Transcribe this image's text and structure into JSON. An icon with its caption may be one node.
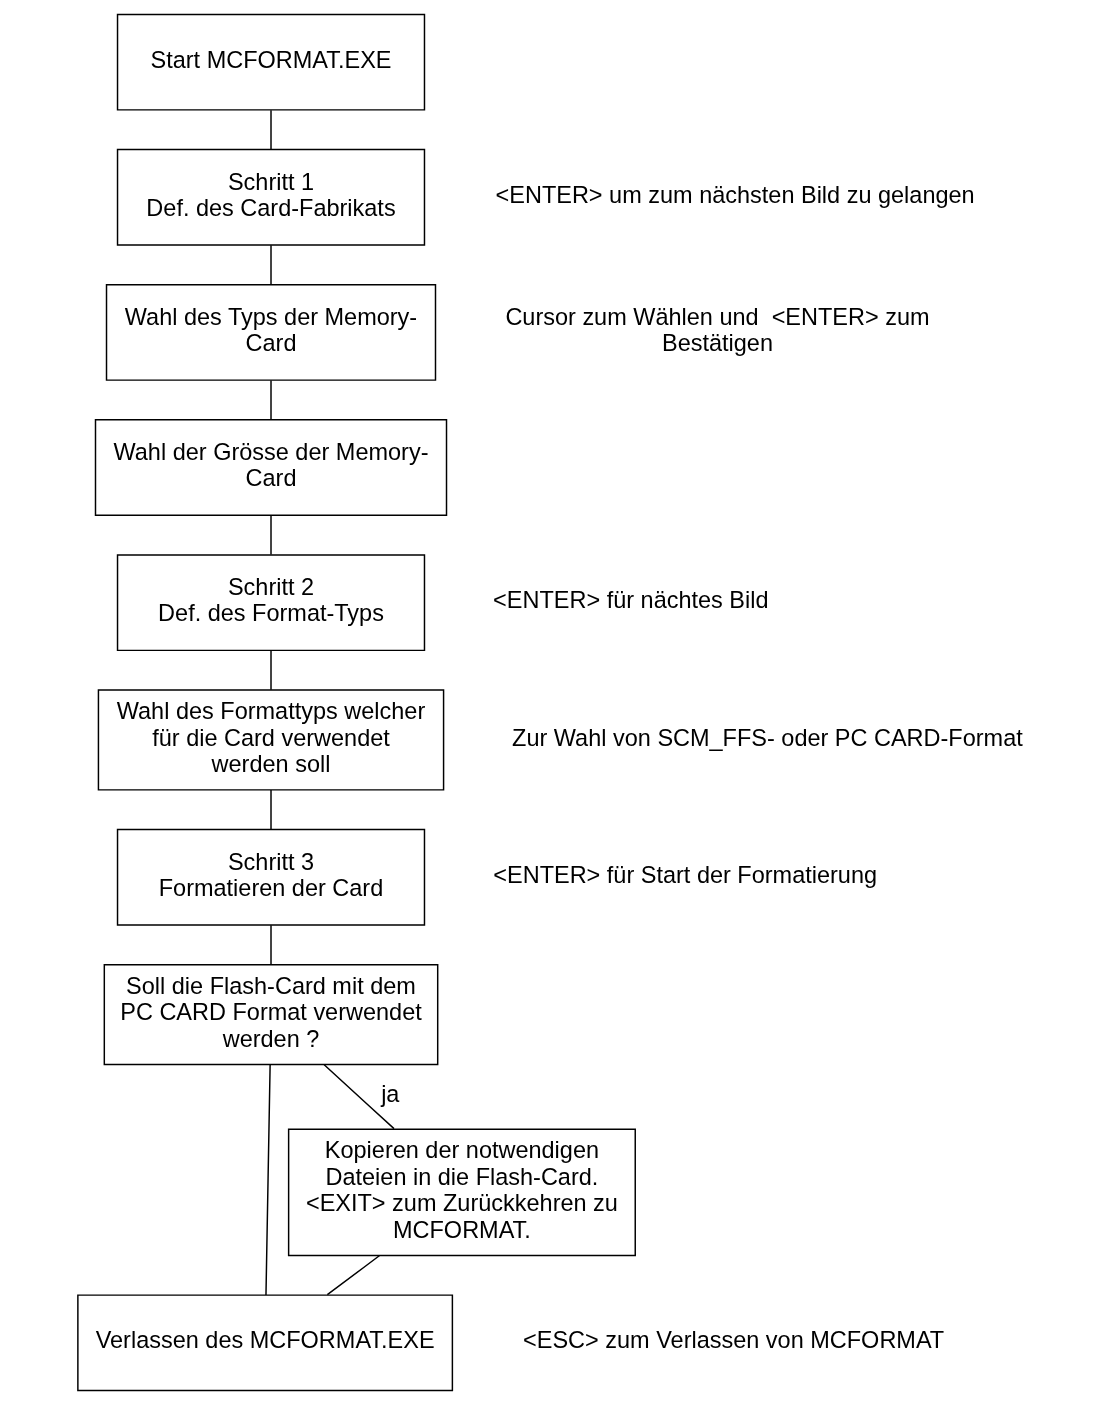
{
  "diagram": {
    "nodes": [
      {
        "text": [
          "Start MCFORMAT.EXE"
        ]
      },
      {
        "text": [
          "Schritt 1",
          "Def. des Card-Fabrikats"
        ],
        "beside": [
          "<ENTER> um zum nächsten Bild zu gelangen"
        ]
      },
      {
        "text": [
          "Wahl des Typs der Memory-Card"
        ],
        "beside": [
          "Cursor zum Wählen und  <ENTER> zum Bestätigen"
        ]
      },
      {
        "text": [
          "Wahl der Grösse der Memory-Card"
        ]
      },
      {
        "text": [
          "Schritt 2",
          "Def. des Format-Typs"
        ],
        "beside": [
          "<ENTER> für nächtes Bild"
        ]
      },
      {
        "text": [
          "Wahl des Formattyps welcher für die Card verwendet werden soll"
        ],
        "beside": [
          "Zur Wahl von SCM_FFS- oder PC CARD-Format"
        ]
      },
      {
        "text": [
          "Schritt 3",
          "Formatieren der Card"
        ],
        "beside": [
          "<ENTER> für Start der Formatierung"
        ]
      },
      {
        "text": [
          "Soll die Flash-Card mit dem PC CARD Format verwendet werden ?"
        ]
      },
      {
        "text": [
          "Verlassen des MCFORMAT.EXE"
        ],
        "beside": [
          "<ESC> zum Verlassen von MCFORMAT"
        ]
      },
      {
        "text": [
          "Kopieren der notwendigen Dateien in die Flash-Card. <EXIT> zum Zurückkehren zu MCFORMAT."
        ]
      }
    ],
    "edges": [
      {
        "from": 0,
        "to": 1,
        "arrow": "none"
      },
      {
        "from": 1,
        "to": 2,
        "arrow": "none"
      },
      {
        "from": 2,
        "to": 3,
        "arrow": "none"
      },
      {
        "from": 3,
        "to": 4,
        "arrow": "none"
      },
      {
        "from": 4,
        "to": 5,
        "arrow": "none"
      },
      {
        "from": 5,
        "to": 6,
        "arrow": "none"
      },
      {
        "from": 6,
        "to": 7,
        "arrow": "none"
      },
      {
        "from": 7,
        "to": 8,
        "arrow": "none"
      },
      {
        "from": 7,
        "to": 9,
        "arrow": "none",
        "label": "ja"
      },
      {
        "from": 9,
        "to": 8,
        "arrow": "none"
      }
    ]
  }
}
